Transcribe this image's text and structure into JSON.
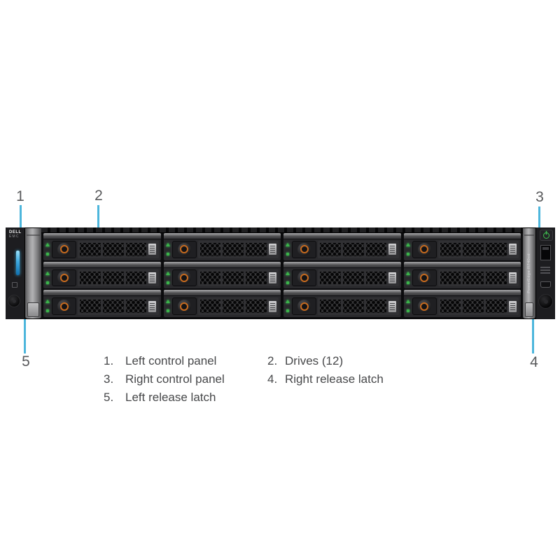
{
  "brand": {
    "line1": "DELL",
    "line2": "EMC"
  },
  "model_vertical_label": "PowerEdge R740xd",
  "drives": {
    "count": 12,
    "columns": 4,
    "rows": 3
  },
  "callouts": [
    {
      "number": "1",
      "target": "left-control-panel"
    },
    {
      "number": "2",
      "target": "drive-bay"
    },
    {
      "number": "3",
      "target": "right-control-panel"
    },
    {
      "number": "4",
      "target": "right-release-latch"
    },
    {
      "number": "5",
      "target": "left-release-latch"
    }
  ],
  "legend": {
    "column1": [
      {
        "number": "1.",
        "label": "Left control panel"
      },
      {
        "number": "3.",
        "label": "Right control panel"
      },
      {
        "number": "5.",
        "label": "Left release latch"
      }
    ],
    "column2": [
      {
        "number": "2.",
        "label": "Drives (12)"
      },
      {
        "number": "4.",
        "label": "Right release latch"
      }
    ]
  },
  "colors": {
    "callout_line": "#4db6dc",
    "callout_number": "#58595b",
    "led_green": "#3cb54a",
    "drive_latch_orange": "#c76a1e",
    "status_bar_blue": "#3fa9e0",
    "power_button_green": "#3fbf4e",
    "legend_text": "#47484a"
  }
}
